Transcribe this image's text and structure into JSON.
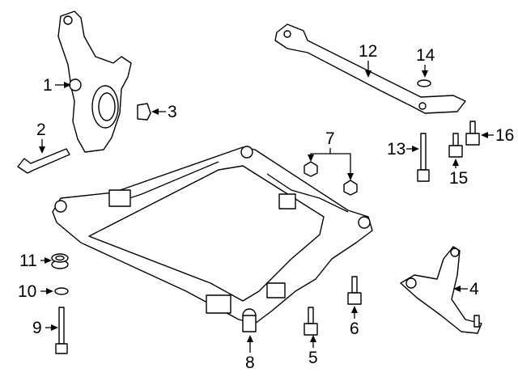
{
  "diagram": {
    "callouts": [
      {
        "number": "1",
        "part": "steering-knuckle"
      },
      {
        "number": "2",
        "part": "bolt"
      },
      {
        "number": "3",
        "part": "nut"
      },
      {
        "number": "4",
        "part": "lower-control-arm"
      },
      {
        "number": "5",
        "part": "bolt"
      },
      {
        "number": "6",
        "part": "bolt"
      },
      {
        "number": "7",
        "part": "nut"
      },
      {
        "number": "8",
        "part": "bushing"
      },
      {
        "number": "9",
        "part": "bolt"
      },
      {
        "number": "10",
        "part": "washer"
      },
      {
        "number": "11",
        "part": "bushing"
      },
      {
        "number": "12",
        "part": "brace"
      },
      {
        "number": "13",
        "part": "bolt"
      },
      {
        "number": "14",
        "part": "washer"
      },
      {
        "number": "15",
        "part": "bolt"
      },
      {
        "number": "16",
        "part": "bolt"
      }
    ]
  }
}
